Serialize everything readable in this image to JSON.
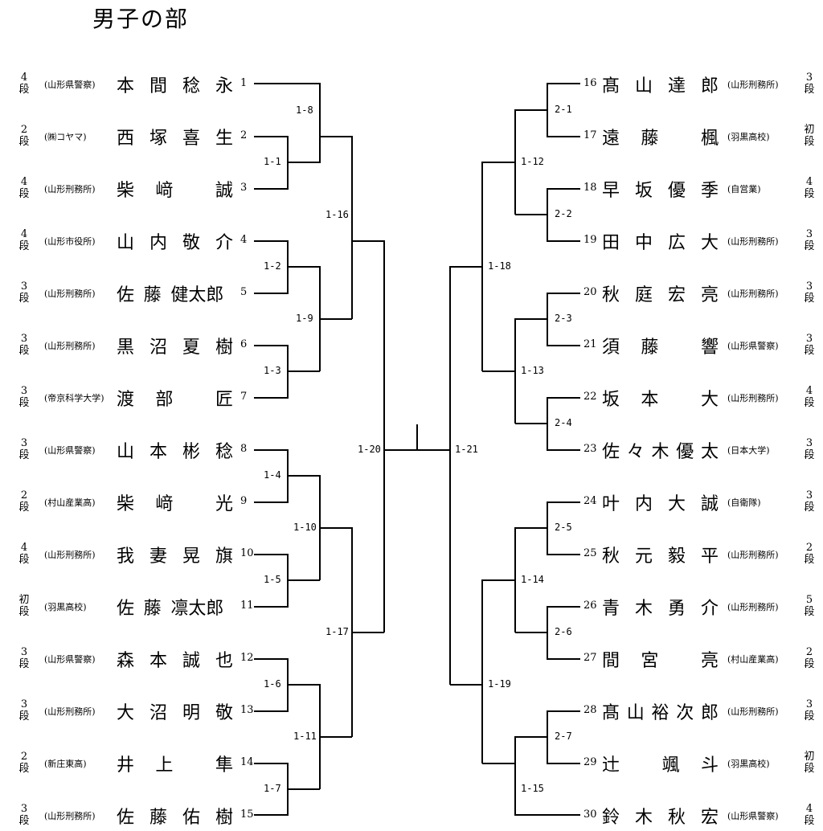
{
  "title": "男子の部",
  "left": [
    {
      "no": "1",
      "rank": "4\n段",
      "aff": "(山形県警察)",
      "name": [
        "本",
        "間",
        "稔",
        "永"
      ]
    },
    {
      "no": "2",
      "rank": "2\n段",
      "aff": "(㈱コヤマ)",
      "name": [
        "西",
        "塚",
        "喜",
        "生"
      ]
    },
    {
      "no": "3",
      "rank": "4\n段",
      "aff": "(山形刑務所)",
      "name": [
        "柴",
        "﨑",
        "",
        "誠"
      ]
    },
    {
      "no": "4",
      "rank": "4\n段",
      "aff": "(山形市役所)",
      "name": [
        "山",
        "内",
        "敬",
        "介"
      ]
    },
    {
      "no": "5",
      "rank": "3\n段",
      "aff": "(山形刑務所)",
      "name": [
        "佐",
        "藤",
        "健太郎",
        ""
      ]
    },
    {
      "no": "6",
      "rank": "3\n段",
      "aff": "(山形刑務所)",
      "name": [
        "黒",
        "沼",
        "夏",
        "樹"
      ]
    },
    {
      "no": "7",
      "rank": "3\n段",
      "aff": "(帝京科学大学)",
      "name": [
        "渡",
        "部",
        "",
        "匠"
      ]
    },
    {
      "no": "8",
      "rank": "3\n段",
      "aff": "(山形県警察)",
      "name": [
        "山",
        "本",
        "彬",
        "稔"
      ]
    },
    {
      "no": "9",
      "rank": "2\n段",
      "aff": "(村山産業高)",
      "name": [
        "柴",
        "﨑",
        "",
        "光"
      ]
    },
    {
      "no": "10",
      "rank": "4\n段",
      "aff": "(山形刑務所)",
      "name": [
        "我",
        "妻",
        "晃",
        "旗"
      ]
    },
    {
      "no": "11",
      "rank": "初\n段",
      "aff": "(羽黒高校)",
      "name": [
        "佐",
        "藤",
        "凛太郎",
        ""
      ]
    },
    {
      "no": "12",
      "rank": "3\n段",
      "aff": "(山形県警察)",
      "name": [
        "森",
        "本",
        "誠",
        "也"
      ]
    },
    {
      "no": "13",
      "rank": "3\n段",
      "aff": "(山形刑務所)",
      "name": [
        "大",
        "沼",
        "明",
        "敬"
      ]
    },
    {
      "no": "14",
      "rank": "2\n段",
      "aff": "(新庄東高)",
      "name": [
        "井",
        "上",
        "",
        "隼"
      ]
    },
    {
      "no": "15",
      "rank": "3\n段",
      "aff": "(山形刑務所)",
      "name": [
        "佐",
        "藤",
        "佑",
        "樹"
      ]
    }
  ],
  "right": [
    {
      "no": "16",
      "rank": "3\n段",
      "aff": "(山形刑務所)",
      "name": [
        "髙",
        "山",
        "達",
        "郎"
      ]
    },
    {
      "no": "17",
      "rank": "初\n段",
      "aff": "(羽黒高校)",
      "name": [
        "遠",
        "藤",
        "",
        "楓"
      ]
    },
    {
      "no": "18",
      "rank": "4\n段",
      "aff": "(自営業)",
      "name": [
        "早",
        "坂",
        "優",
        "季"
      ]
    },
    {
      "no": "19",
      "rank": "3\n段",
      "aff": "(山形刑務所)",
      "name": [
        "田",
        "中",
        "広",
        "大"
      ]
    },
    {
      "no": "20",
      "rank": "3\n段",
      "aff": "(山形刑務所)",
      "name": [
        "秋",
        "庭",
        "宏",
        "亮"
      ]
    },
    {
      "no": "21",
      "rank": "3\n段",
      "aff": "(山形県警察)",
      "name": [
        "須",
        "藤",
        "",
        "響"
      ]
    },
    {
      "no": "22",
      "rank": "4\n段",
      "aff": "(山形刑務所)",
      "name": [
        "坂",
        "本",
        "",
        "大"
      ]
    },
    {
      "no": "23",
      "rank": "3\n段",
      "aff": "(日本大学)",
      "name": [
        "佐",
        "々",
        "木",
        "優",
        "太"
      ]
    },
    {
      "no": "24",
      "rank": "3\n段",
      "aff": "(自衛隊)",
      "name": [
        "叶",
        "内",
        "大",
        "誠"
      ]
    },
    {
      "no": "25",
      "rank": "2\n段",
      "aff": "(山形刑務所)",
      "name": [
        "秋",
        "元",
        "毅",
        "平"
      ]
    },
    {
      "no": "26",
      "rank": "5\n段",
      "aff": "(山形刑務所)",
      "name": [
        "青",
        "木",
        "勇",
        "介"
      ]
    },
    {
      "no": "27",
      "rank": "2\n段",
      "aff": "(村山産業高)",
      "name": [
        "間",
        "宮",
        "",
        "亮"
      ]
    },
    {
      "no": "28",
      "rank": "3\n段",
      "aff": "(山形刑務所)",
      "name": [
        "髙",
        "山",
        "裕",
        "次",
        "郎"
      ]
    },
    {
      "no": "29",
      "rank": "初\n段",
      "aff": "(羽黒高校)",
      "name": [
        "辻",
        "",
        "颯",
        "斗"
      ]
    },
    {
      "no": "30",
      "rank": "4\n段",
      "aff": "(山形県警察)",
      "name": [
        "鈴",
        "木",
        "秋",
        "宏"
      ]
    }
  ],
  "matches": {
    "l1": "1-1",
    "l2": "1-2",
    "l3": "1-3",
    "l4": "1-4",
    "l5": "1-5",
    "l6": "1-6",
    "l7": "1-7",
    "l8": "1-8",
    "l9": "1-9",
    "l10": "1-10",
    "l11": "1-11",
    "l16": "1-16",
    "l17": "1-17",
    "l20": "1-20",
    "r21": "1-21",
    "r18": "1-18",
    "r19": "1-19",
    "r12": "1-12",
    "r13": "1-13",
    "r14": "1-14",
    "r15": "1-15",
    "r1": "2-1",
    "r2": "2-2",
    "r3": "2-3",
    "r4": "2-4",
    "r5": "2-5",
    "r6": "2-6",
    "r7": "2-7"
  }
}
